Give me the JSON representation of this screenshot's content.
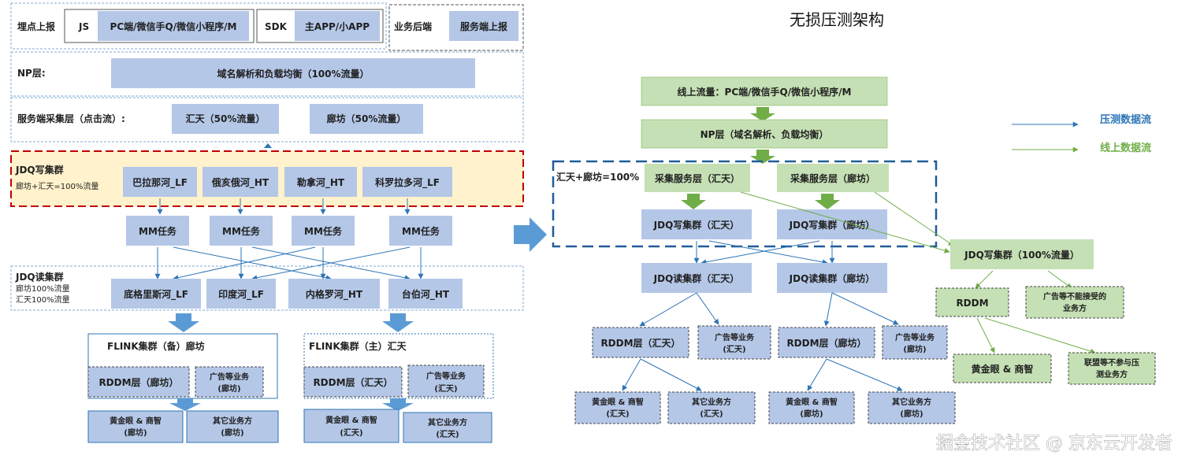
{
  "left": {
    "report_row": {
      "label": "埋点上报",
      "js": "JS",
      "js_targets": "PC端/微信手Q/微信小程序/M",
      "sdk": "SDK",
      "sdk_targets": "主APP/小APP",
      "backend": "业务后端",
      "backend_target": "服务端上报"
    },
    "np": {
      "label": "NP层:",
      "box": "域名解析和负载均衡（100%流量）"
    },
    "collect": {
      "label": "服务端采集层（点击流）:",
      "huitian": "汇天（50%流量）",
      "langfang": "廊坊（50%流量）"
    },
    "jdq_write": {
      "title": "JDQ写集群",
      "note": "廊坊+汇天=100%流量",
      "nodes": [
        "巴拉那河_LF",
        "俄亥俄河_HT",
        "勒拿河_HT",
        "科罗拉多河_LF"
      ]
    },
    "mm": [
      "MM任务",
      "MM任务",
      "MM任务",
      "MM任务"
    ],
    "jdq_read": {
      "title": "JDQ读集群",
      "note1": "廊坊100%流量",
      "note2": "汇天100%流量",
      "nodes": [
        "底格里斯河_LF",
        "印度河_LF",
        "内格罗河_HT",
        "台伯河_HT"
      ]
    },
    "flink_backup": {
      "title": "FLINK集群（备）廊坊",
      "rddm": "RDDM层（廊坊）",
      "ads1": "广告等业务",
      "ads2": "(廊坊)",
      "gold1": "黄金眼 & 商智",
      "gold2": "(廊坊)",
      "other1": "其它业务方",
      "other2": "(廊坊)"
    },
    "flink_main": {
      "title": "FLINK集群（主）汇天",
      "rddm": "RDDM层（汇天）",
      "ads1": "广告等业务",
      "ads2": "(汇天)",
      "gold1": "黄金眼 & 商智",
      "gold2": "(汇天)",
      "other1": "其它业务方",
      "other2": "(汇天)"
    }
  },
  "right": {
    "title": "无损压测架构",
    "online": "线上流量：PC端/微信手Q/微信小程序/M",
    "np": "NP层（域名解析、负载均衡）",
    "region_label": "汇天+廊坊=100%",
    "collect_ht": "采集服务层（汇天）",
    "collect_lf": "采集服务层（廊坊）",
    "jdqw_ht": "JDQ写集群（汇天）",
    "jdqw_lf": "JDQ写集群（廊坊）",
    "jdqr_ht": "JDQ读集群（汇天）",
    "jdqr_lf": "JDQ读集群（廊坊）",
    "rddm_ht": "RDDM层（汇天）",
    "rddm_lf": "RDDM层（廊坊）",
    "ads_ht1": "广告等业务",
    "ads_ht2": "(汇天)",
    "ads_lf1": "广告等业务",
    "ads_lf2": "(廊坊)",
    "gold_ht1": "黄金眼 & 商智",
    "gold_ht2": "(汇天)",
    "other_ht1": "其它业务方",
    "other_ht2": "(汇天)",
    "gold_lf1": "黄金眼 & 商智",
    "gold_lf2": "(廊坊)",
    "other_lf1": "其它业务方",
    "other_lf2": "(廊坊)",
    "jdqw_all": "JDQ写集群（100%流量）",
    "rddm_g": "RDDM",
    "ads_g1": "广告等不能接受的",
    "ads_g2": "业务方",
    "gold_g": "黄金眼 & 商智",
    "union1": "联盟等不参与压",
    "union2": "测业务方",
    "legend_stress": "压测数据流",
    "legend_online": "线上数据流"
  },
  "watermark": "掘金技术社区 @ 京东云开发者",
  "colors": {
    "blue_box": "#b4c7e7",
    "green_box": "#c5e0b4",
    "yellow_zone": "#fff2cc",
    "red_dash": "#c00000",
    "blue_line": "#2e75b6",
    "green_line": "#70ad47",
    "dark_dash": "#1f5c99"
  }
}
